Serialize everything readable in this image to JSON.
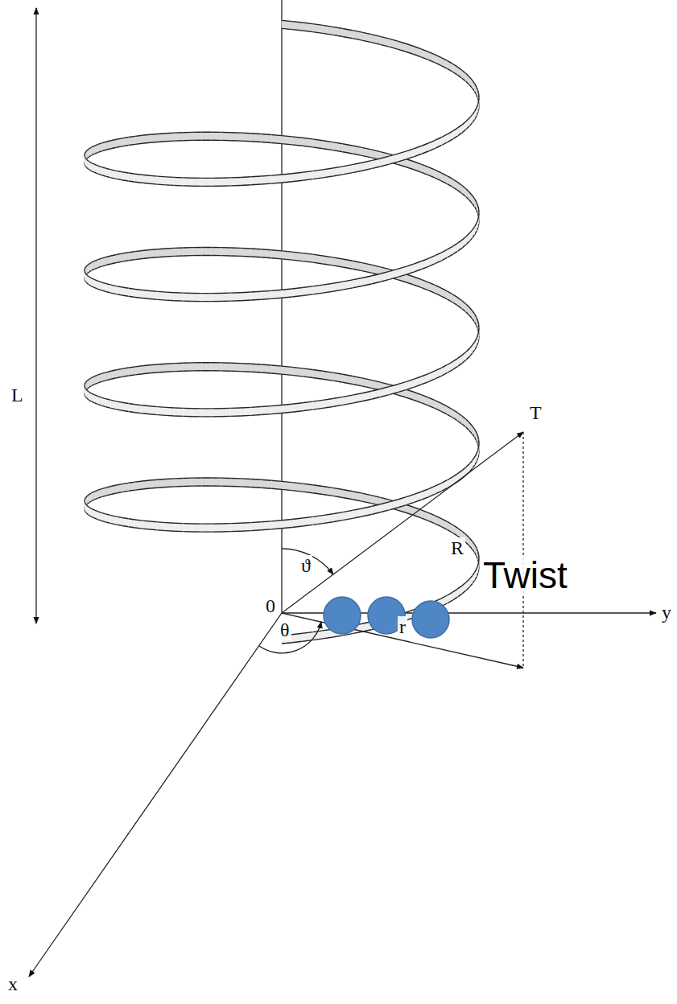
{
  "diagram": {
    "labels": [
      "L",
      "T",
      "R",
      "ϑ",
      "0",
      "θ",
      "r",
      "y",
      "x",
      "Twist"
    ]
  }
}
